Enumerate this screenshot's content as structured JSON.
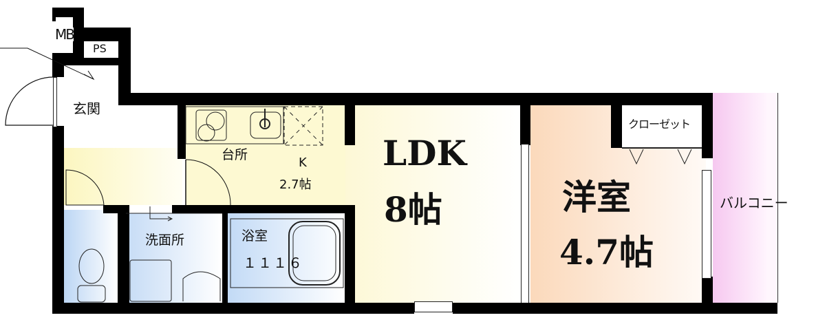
{
  "plan": {
    "rooms": {
      "mb": {
        "label": "MB"
      },
      "ps": {
        "label": "PS"
      },
      "entrance": {
        "label": "玄関"
      },
      "kitchen": {
        "label": "台所",
        "code": "K",
        "size": "2.7帖"
      },
      "ldk": {
        "label": "LDK",
        "size": "8帖"
      },
      "western_room": {
        "label": "洋室",
        "size": "4.7帖"
      },
      "closet": {
        "label": "クローゼット"
      },
      "washroom": {
        "label": "洗面所"
      },
      "bathroom": {
        "label": "浴室",
        "unit_size": "１１１６"
      },
      "balcony": {
        "label": "バルコニー"
      }
    },
    "colors": {
      "wall": "#000000",
      "kitchen_fill": "#fdf9d2",
      "ldk_fill": "#fffbe3",
      "western_fill": "#fbdcc0",
      "wet_fill": "#cfe2f8",
      "balcony_fill": "#f8d4f4"
    }
  }
}
